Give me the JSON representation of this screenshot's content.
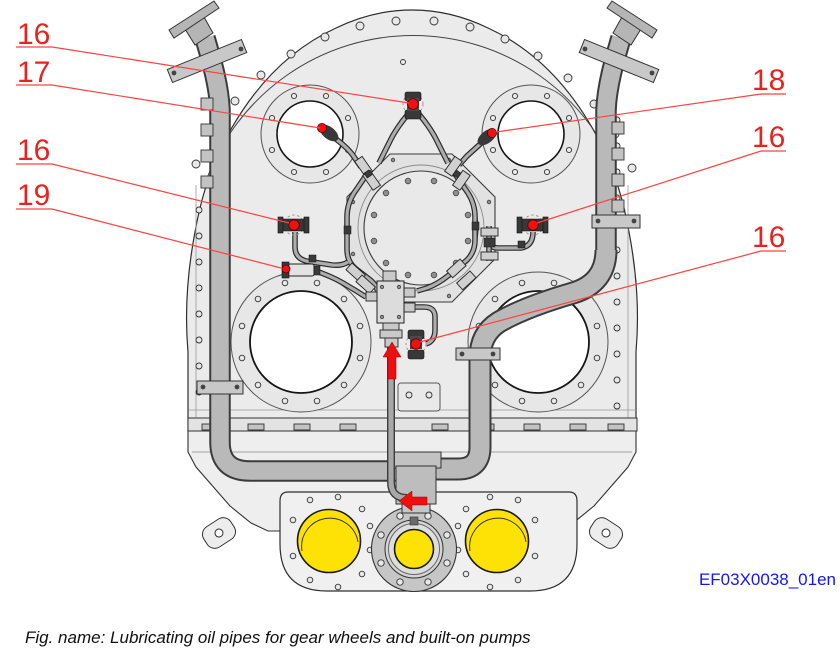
{
  "figure": {
    "code": "EF03X0038_01en",
    "caption": "Fig. name: Lubricating oil pipes for gear wheels and built-on pumps",
    "callouts": [
      {
        "label": "16"
      },
      {
        "label": "17"
      },
      {
        "label": "16"
      },
      {
        "label": "19"
      },
      {
        "label": "18"
      },
      {
        "label": "16"
      },
      {
        "label": "16"
      }
    ],
    "colors": {
      "callout_red": "#e8231f",
      "leader_red": "#ff4242",
      "flow_arrow_red": "#ee1010",
      "port_yellow": "#ffe205",
      "code_blue": "#1616f5",
      "housing_gray": "#ebebeb",
      "pipe_gray": "#b9b9b9"
    }
  }
}
